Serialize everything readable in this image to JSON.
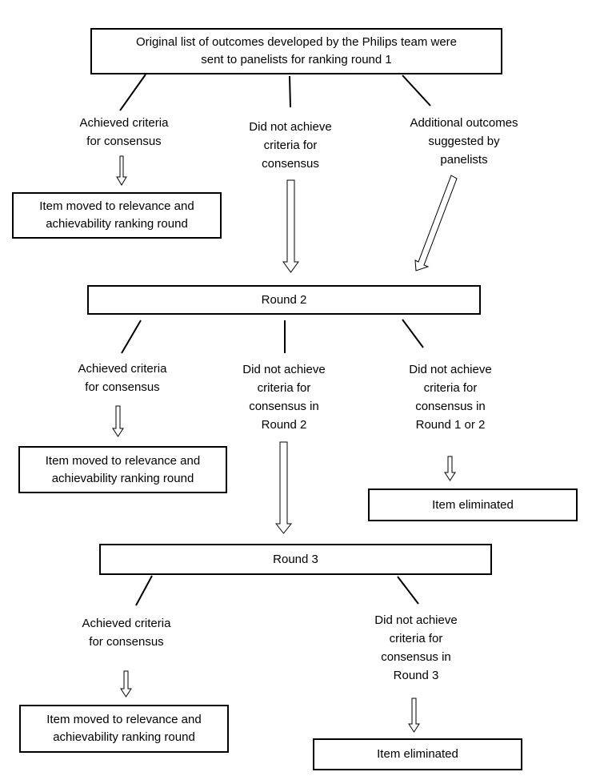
{
  "boxes": {
    "start": "Original list of outcomes developed by the Philips team were\nsent to panelists for ranking round 1",
    "moved_r1": "Item moved to relevance and\nachievability ranking round",
    "round2": "Round 2",
    "moved_r2": "Item moved to relevance and\nachievability ranking round",
    "eliminated_r2": "Item eliminated",
    "round3": "Round 3",
    "moved_r3": "Item moved to relevance and\nachievability ranking round",
    "eliminated_r3": "Item eliminated"
  },
  "labels": {
    "r1_achieved": "Achieved criteria\nfor consensus",
    "r1_not_achieved": "Did not achieve\ncriteria for\nconsensus",
    "r1_additional": "Additional outcomes\nsuggested by\npanelists",
    "r2_achieved": "Achieved criteria\nfor consensus",
    "r2_not_achieved": "Did not achieve\ncriteria for\nconsensus in\nRound 2",
    "r2_not_achieved_either": "Did not achieve\ncriteria for\nconsensus in\nRound 1 or 2",
    "r3_achieved": "Achieved criteria\nfor consensus",
    "r3_not_achieved": "Did not achieve\ncriteria for\nconsensus in\nRound 3"
  }
}
